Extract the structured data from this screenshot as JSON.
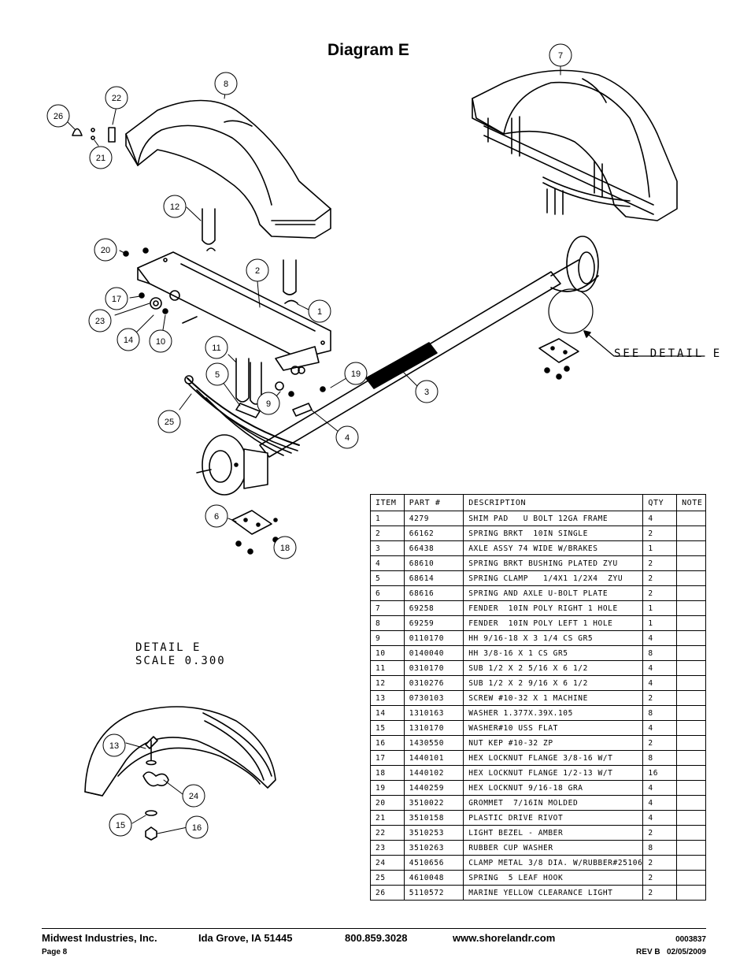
{
  "title": "Diagram E",
  "callouts": [
    {
      "label": "26"
    },
    {
      "label": "22"
    },
    {
      "label": "21"
    },
    {
      "label": "8"
    },
    {
      "label": "7"
    },
    {
      "label": "12"
    },
    {
      "label": "20"
    },
    {
      "label": "2"
    },
    {
      "label": "17"
    },
    {
      "label": "1"
    },
    {
      "label": "23"
    },
    {
      "label": "14"
    },
    {
      "label": "10"
    },
    {
      "label": "11"
    },
    {
      "label": "5"
    },
    {
      "label": "19"
    },
    {
      "label": "9"
    },
    {
      "label": "3"
    },
    {
      "label": "25"
    },
    {
      "label": "4"
    },
    {
      "label": "6"
    },
    {
      "label": "18"
    },
    {
      "label": "13"
    },
    {
      "label": "24"
    },
    {
      "label": "15"
    },
    {
      "label": "16"
    }
  ],
  "see_detail": "SEE DETAIL E",
  "detail_label": {
    "line1": "DETAIL E",
    "line2": "SCALE 0.300"
  },
  "table": {
    "headers": {
      "item": "ITEM",
      "part": "PART #",
      "description": "DESCRIPTION",
      "qty": "QTY",
      "note": "NOTE"
    },
    "rows": [
      {
        "item": "1",
        "part": "4279",
        "description": "SHIM PAD   U BOLT 12GA FRAME",
        "qty": "4",
        "note": ""
      },
      {
        "item": "2",
        "part": "66162",
        "description": "SPRING BRKT  10IN SINGLE",
        "qty": "2",
        "note": ""
      },
      {
        "item": "3",
        "part": "66438",
        "description": "AXLE ASSY 74 WIDE W/BRAKES",
        "qty": "1",
        "note": ""
      },
      {
        "item": "4",
        "part": "68610",
        "description": "SPRING BRKT BUSHING PLATED ZYU",
        "qty": "2",
        "note": ""
      },
      {
        "item": "5",
        "part": "68614",
        "description": "SPRING CLAMP   1/4X1 1/2X4  ZYU",
        "qty": "2",
        "note": ""
      },
      {
        "item": "6",
        "part": "68616",
        "description": "SPRING AND AXLE U-BOLT PLATE",
        "qty": "2",
        "note": ""
      },
      {
        "item": "7",
        "part": "69258",
        "description": "FENDER  10IN POLY RIGHT 1 HOLE",
        "qty": "1",
        "note": ""
      },
      {
        "item": "8",
        "part": "69259",
        "description": "FENDER  10IN POLY LEFT 1 HOLE",
        "qty": "1",
        "note": ""
      },
      {
        "item": "9",
        "part": "0110170",
        "description": "HH 9/16-18 X 3 1/4 CS GR5",
        "qty": "4",
        "note": ""
      },
      {
        "item": "10",
        "part": "0140040",
        "description": "HH 3/8-16 X 1 CS GR5",
        "qty": "8",
        "note": ""
      },
      {
        "item": "11",
        "part": "0310170",
        "description": "SUB 1/2 X 2 5/16 X 6 1/2",
        "qty": "4",
        "note": ""
      },
      {
        "item": "12",
        "part": "0310276",
        "description": "SUB 1/2 X 2 9/16 X 6 1/2",
        "qty": "4",
        "note": ""
      },
      {
        "item": "13",
        "part": "0730103",
        "description": "SCREW #10-32 X 1 MACHINE",
        "qty": "2",
        "note": ""
      },
      {
        "item": "14",
        "part": "1310163",
        "description": "WASHER 1.377X.39X.105",
        "qty": "8",
        "note": ""
      },
      {
        "item": "15",
        "part": "1310170",
        "description": "WASHER#10 USS FLAT",
        "qty": "4",
        "note": ""
      },
      {
        "item": "16",
        "part": "1430550",
        "description": "NUT KEP #10-32 ZP",
        "qty": "2",
        "note": ""
      },
      {
        "item": "17",
        "part": "1440101",
        "description": "HEX LOCKNUT FLANGE 3/8-16 W/T",
        "qty": "8",
        "note": ""
      },
      {
        "item": "18",
        "part": "1440102",
        "description": "HEX LOCKNUT FLANGE 1/2-13 W/T",
        "qty": "16",
        "note": ""
      },
      {
        "item": "19",
        "part": "1440259",
        "description": "HEX LOCKNUT 9/16-18 GRA",
        "qty": "4",
        "note": ""
      },
      {
        "item": "20",
        "part": "3510022",
        "description": "GROMMET  7/16IN MOLDED",
        "qty": "4",
        "note": ""
      },
      {
        "item": "21",
        "part": "3510158",
        "description": "PLASTIC DRIVE RIVOT",
        "qty": "4",
        "note": ""
      },
      {
        "item": "22",
        "part": "3510253",
        "description": "LIGHT BEZEL - AMBER",
        "qty": "2",
        "note": ""
      },
      {
        "item": "23",
        "part": "3510263",
        "description": "RUBBER CUP WASHER",
        "qty": "8",
        "note": ""
      },
      {
        "item": "24",
        "part": "4510656",
        "description": "CLAMP METAL 3/8 DIA. W/RUBBER#25106",
        "qty": "2",
        "note": ""
      },
      {
        "item": "25",
        "part": "4610048",
        "description": "SPRING  5 LEAF HOOK",
        "qty": "2",
        "note": ""
      },
      {
        "item": "26",
        "part": "5110572",
        "description": "MARINE YELLOW CLEARANCE LIGHT",
        "qty": "2",
        "note": ""
      }
    ]
  },
  "footer": {
    "company": "Midwest Industries, Inc.",
    "city": "Ida Grove, IA  51445",
    "phone": "800.859.3028",
    "website": "www.shorelandr.com",
    "doc_number": "0003837",
    "page": "Page 8",
    "revision": "REV B   02/05/2009"
  }
}
